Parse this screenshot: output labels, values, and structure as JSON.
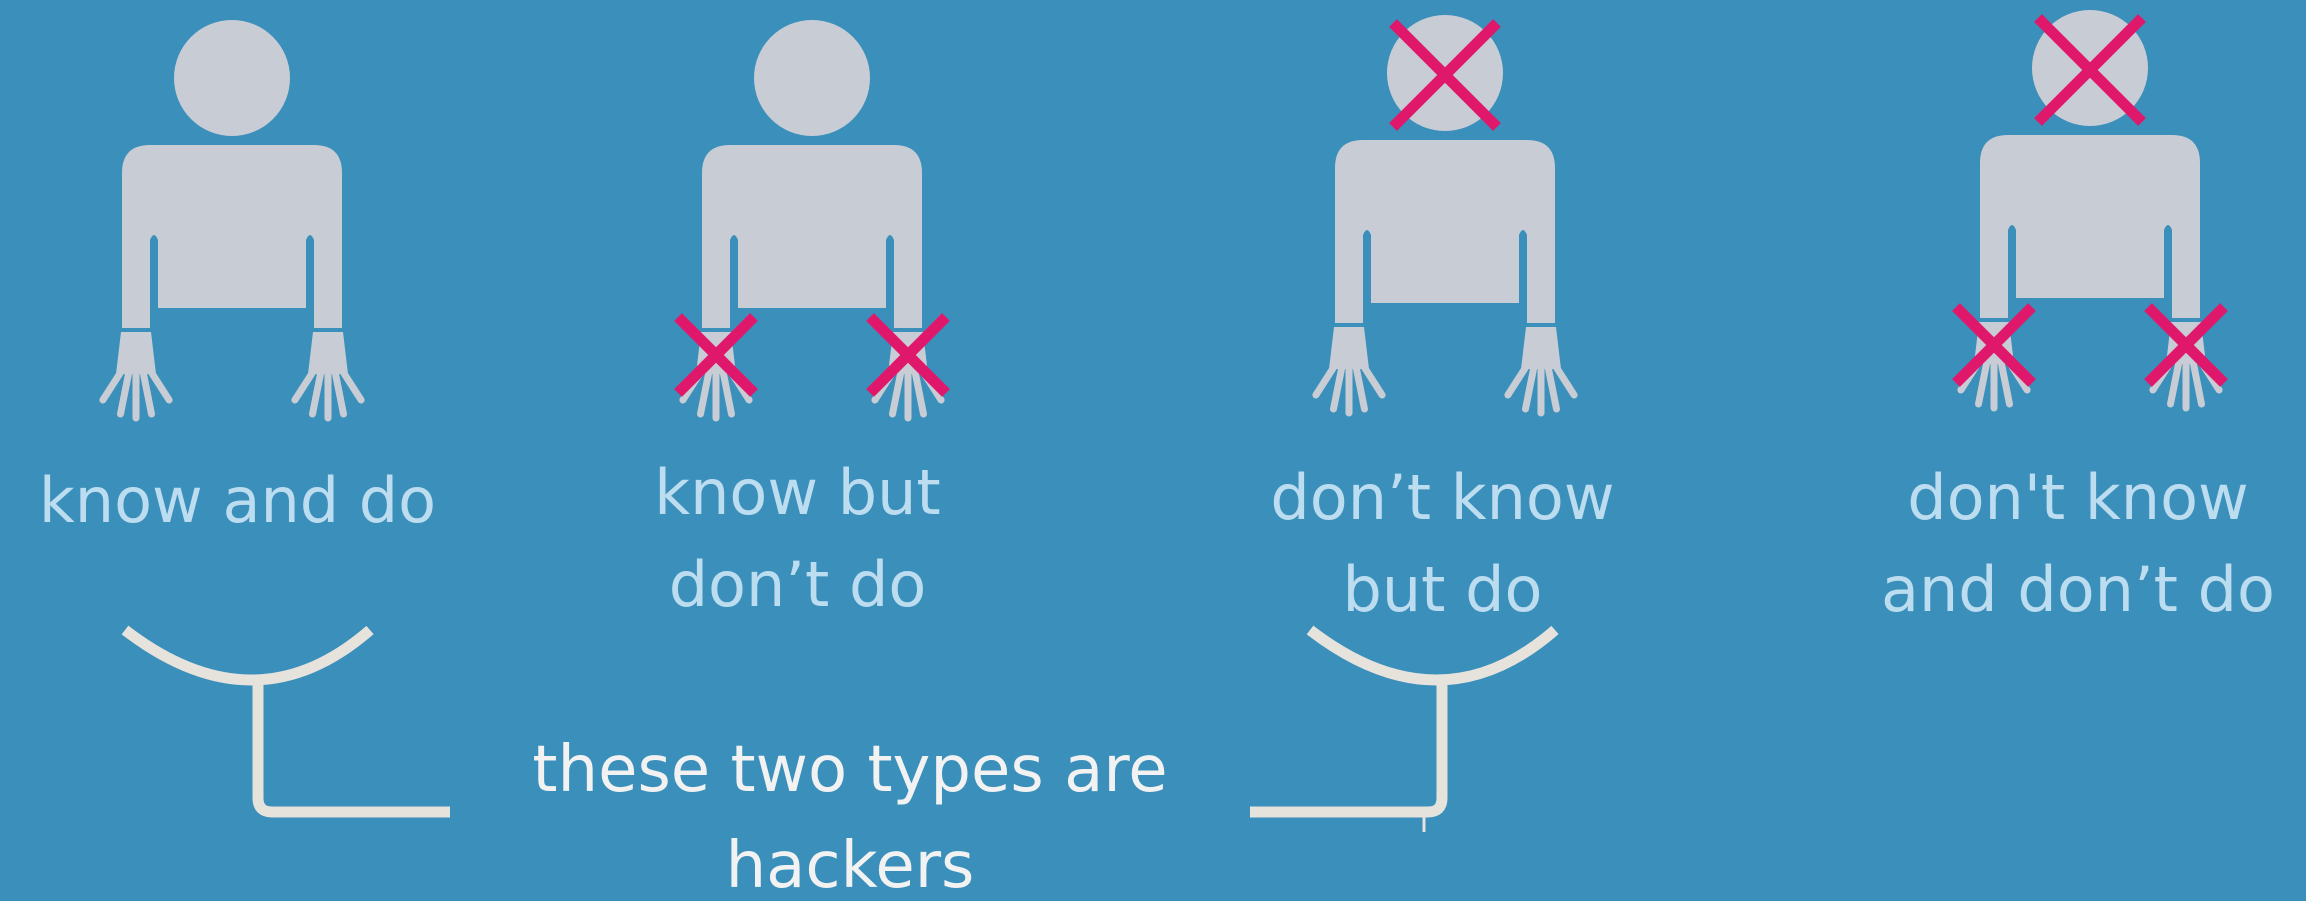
{
  "colors": {
    "background": "#3a8fbb",
    "figure": "#c8ccd4",
    "cross_mark": "#e0186c",
    "label_text": "#bcdcef",
    "caption_text": "#f2f2f2",
    "bracket": "#e6e2dc"
  },
  "figures": [
    {
      "label_lines": [
        "know and do"
      ],
      "head_crossed": false,
      "hands_crossed": false
    },
    {
      "label_lines": [
        "know but",
        "don’t do"
      ],
      "head_crossed": false,
      "hands_crossed": true
    },
    {
      "label_lines": [
        "don’t know",
        "but do"
      ],
      "head_crossed": true,
      "hands_crossed": false
    },
    {
      "label_lines": [
        "don't know",
        "and don’t do"
      ],
      "head_crossed": true,
      "hands_crossed": true
    }
  ],
  "caption": {
    "line1": "these two types are",
    "line2": "hackers"
  }
}
